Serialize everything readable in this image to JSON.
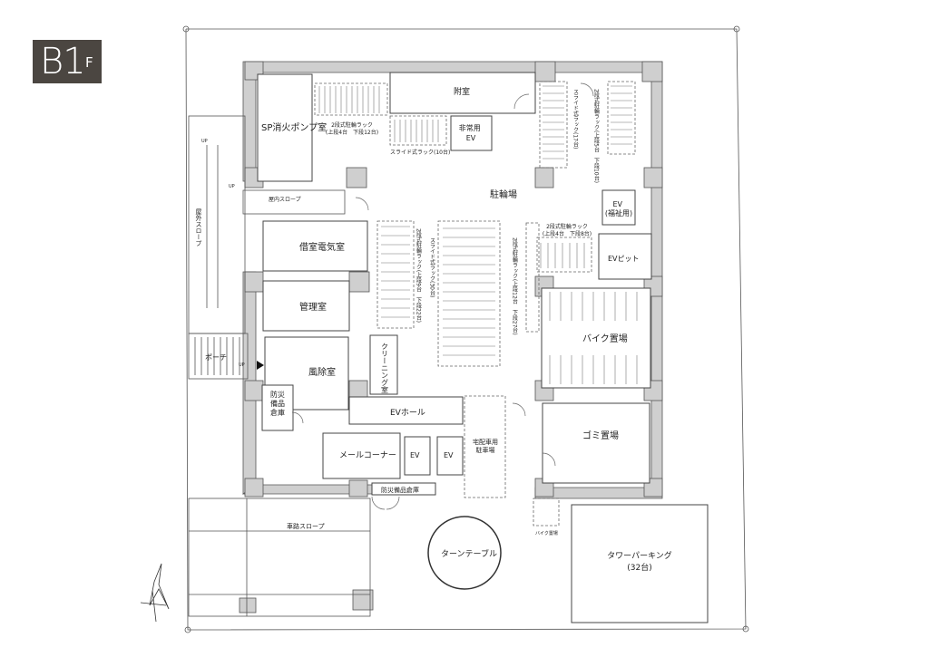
{
  "floor_badge": {
    "floor": "B1",
    "suffix": "F"
  },
  "rooms": {
    "sp_pump": "SP消火ポンプ室",
    "annex": "附室",
    "emergency_ev": "非常用\nEV",
    "bicycle_parking": "駐輪場",
    "welfare_ev": "EV\n(福祉用)",
    "ev_pit": "EVピット",
    "rental_electric": "借室電気室",
    "management": "管理室",
    "bike_parking": "バイク置場",
    "windbreak": "風除室",
    "cleaning": "クリーニング室",
    "disaster_storage_1": "防災\n備品\n倉庫",
    "ev_hall": "EVホール",
    "ev_1": "EV",
    "ev_2": "EV",
    "mail_corner": "メールコーナー",
    "delivery_parking": "宅配車用\n駐車場",
    "garbage": "ゴミ置場",
    "disaster_storage_2": "防災備品倉庫",
    "turntable": "ターンテーブル",
    "tower_parking": "タワーパーキング\n(32台)",
    "porch": "ポーチ",
    "indoor_slope": "屋内スロープ",
    "outdoor_slope": "屋外スロープ",
    "car_slope": "車路スロープ",
    "bike_small": "バイク置場"
  },
  "racks": {
    "rack_top_left": "2段式駐輪ラック\n(上段4台　下段12台)",
    "rack_slide_top": "スライド式ラック(10台)",
    "rack_top_right_v1": "スライド式ラック(17台)",
    "rack_top_right_v2": "2段式駐輪ラック(上段5台　下段10台)",
    "rack_mid_right": "2段式駐輪ラック\n(上段4台　下段8台)",
    "rack_center_v1": "2段式駐輪ラック(上段9台　下段22台)",
    "rack_center_v2": "スライド式ラック(30台)",
    "rack_center_v3": "2段式駐輪ラック(上段12台　下段27台)"
  },
  "markers": {
    "up": "UP"
  }
}
